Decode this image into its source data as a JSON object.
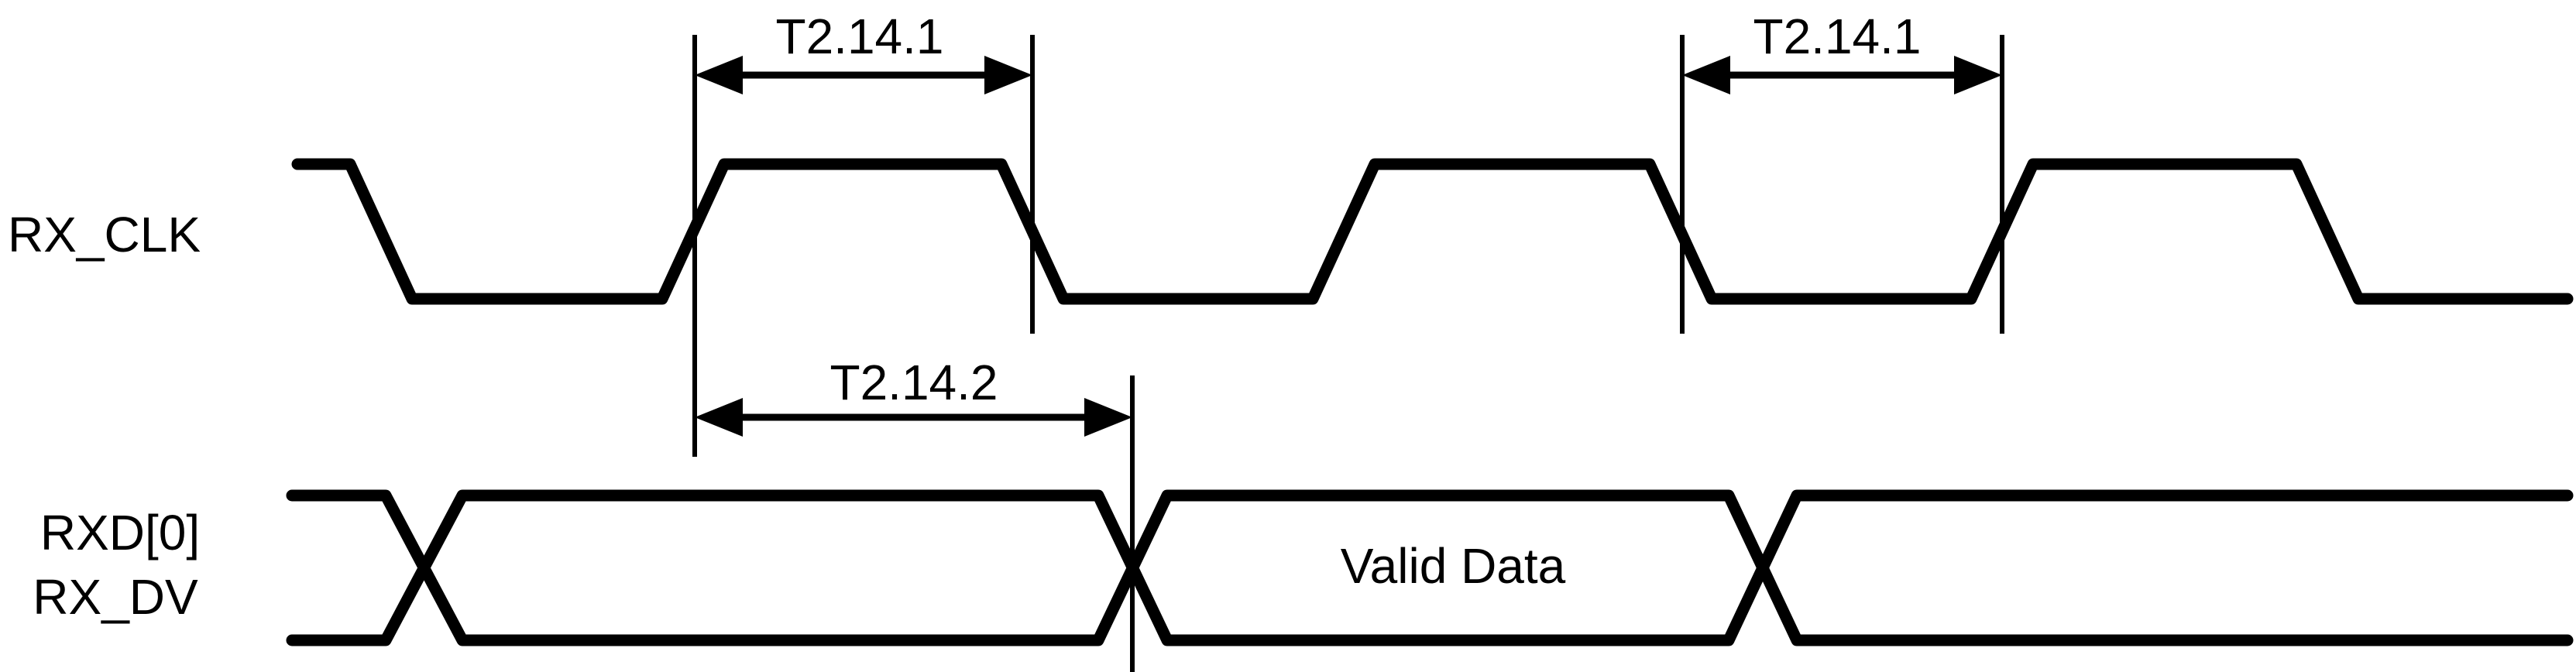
{
  "diagram": {
    "type": "timing-diagram",
    "colors": {
      "foreground": "#000000",
      "background": "#ffffff"
    },
    "signals": {
      "clock_label": "RX_CLK",
      "data_label_line1": "RXD[0]",
      "data_label_line2": "RX_DV",
      "valid_data_label": "Valid Data"
    },
    "annotations": {
      "clock_high_time_label": "T2.14.1",
      "clock_low_time_label": "T2.14.1",
      "output_delay_label": "T2.14.2"
    }
  }
}
